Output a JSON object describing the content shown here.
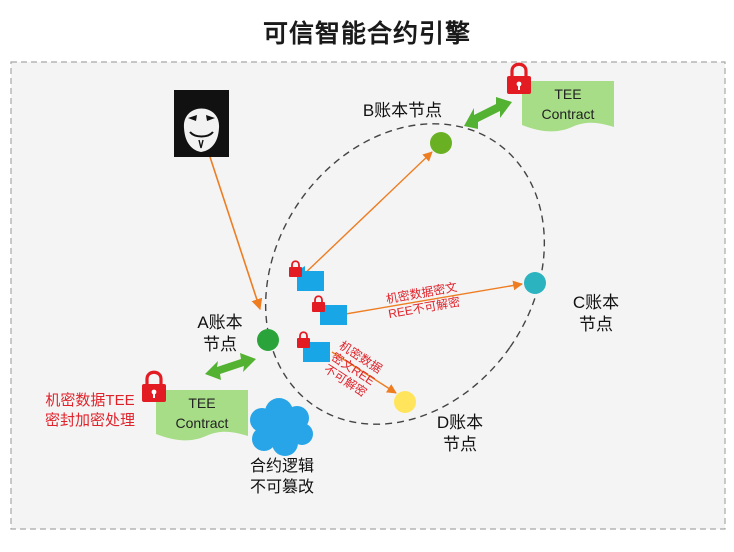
{
  "title": "可信智能合约引擎",
  "nodes": {
    "a_line1": "A账本",
    "a_line2": "节点",
    "b": "B账本节点",
    "c_line1": "C账本",
    "c_line2": "节点",
    "d_line1": "D账本",
    "d_line2": "节点"
  },
  "tee_top": {
    "line1": "TEE",
    "line2": "Contract"
  },
  "tee_left": {
    "line1": "TEE",
    "line2": "Contract"
  },
  "left_note": {
    "line1": "机密数据TEE",
    "line2": "密封加密处理"
  },
  "cloud_note": {
    "line1": "合约逻辑",
    "line2": "不可篡改"
  },
  "arrow_c_text": {
    "line1": "机密数据密文",
    "line2": "REE不可解密"
  },
  "arrow_d_text": {
    "line1": "机密数据",
    "line2": "密文REE",
    "line3": "不可解密"
  },
  "colors": {
    "node_a": "#2aa33a",
    "node_b": "#6ab023",
    "node_c": "#2bb3c0",
    "node_d": "#ffe45c",
    "tee_fill": "#a6dd86",
    "lock": "#e31b23",
    "arrow": "#ee7d22",
    "double_arrow": "#54b232",
    "cloud": "#27a5e8",
    "data_block": "#18a6e6",
    "red_text": "#e0232b"
  },
  "icons": [
    "anonymous-mask-icon",
    "lock-icon",
    "cloud-icon",
    "data-block-icon",
    "double-arrow-icon"
  ]
}
